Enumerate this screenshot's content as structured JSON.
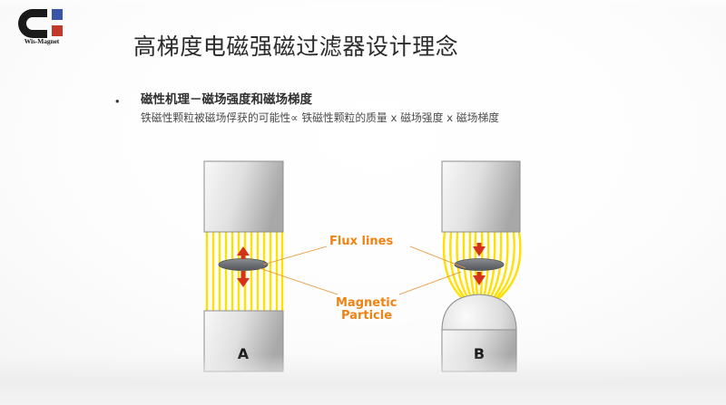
{
  "logo": {
    "name": "wis-magnet-logo",
    "wordmark": "Wis-Magnet",
    "magnet_color": "#1a1a1a",
    "square_blue": "#3a55a8",
    "square_red": "#c0392b"
  },
  "slide": {
    "title": "高梯度电磁强磁过滤器设计理念",
    "bullet_marker": "•",
    "bullet_heading": "磁性机理－磁场强度和磁场梯度",
    "bullet_body": "铁磁性颗粒被磁场俘获的可能性∝ 铁磁性颗粒的质量 x 磁场强度 x 磁场梯度"
  },
  "diagram": {
    "labels": {
      "flux_lines": "Flux lines",
      "magnetic_particle_line1": "Magnetic",
      "magnetic_particle_line2": "Particle"
    },
    "panel_a_letter": "A",
    "panel_b_letter": "B",
    "colors": {
      "flux": "#ffe000",
      "flux_core": "#fff462",
      "callout_text": "#ef8213",
      "leader_line": "#e8922f",
      "particle_fill": "#6f7377",
      "arrow_red": "#d4321a",
      "pole_light": "#f4f4f4",
      "pole_dark": "#a9a9a9",
      "pole_stroke": "#8e8e8e"
    },
    "panel_a": {
      "description": "Parallel flat poles with uniform vertical flux lines",
      "flux_line_count": 13,
      "arrow_up": "up",
      "arrow_down": "down"
    },
    "panel_b": {
      "description": "Flat top pole and domed bottom pole producing converging high-gradient flux",
      "flux_line_count": 13,
      "arrow_down_top": "down",
      "arrow_down_bottom": "down"
    }
  }
}
